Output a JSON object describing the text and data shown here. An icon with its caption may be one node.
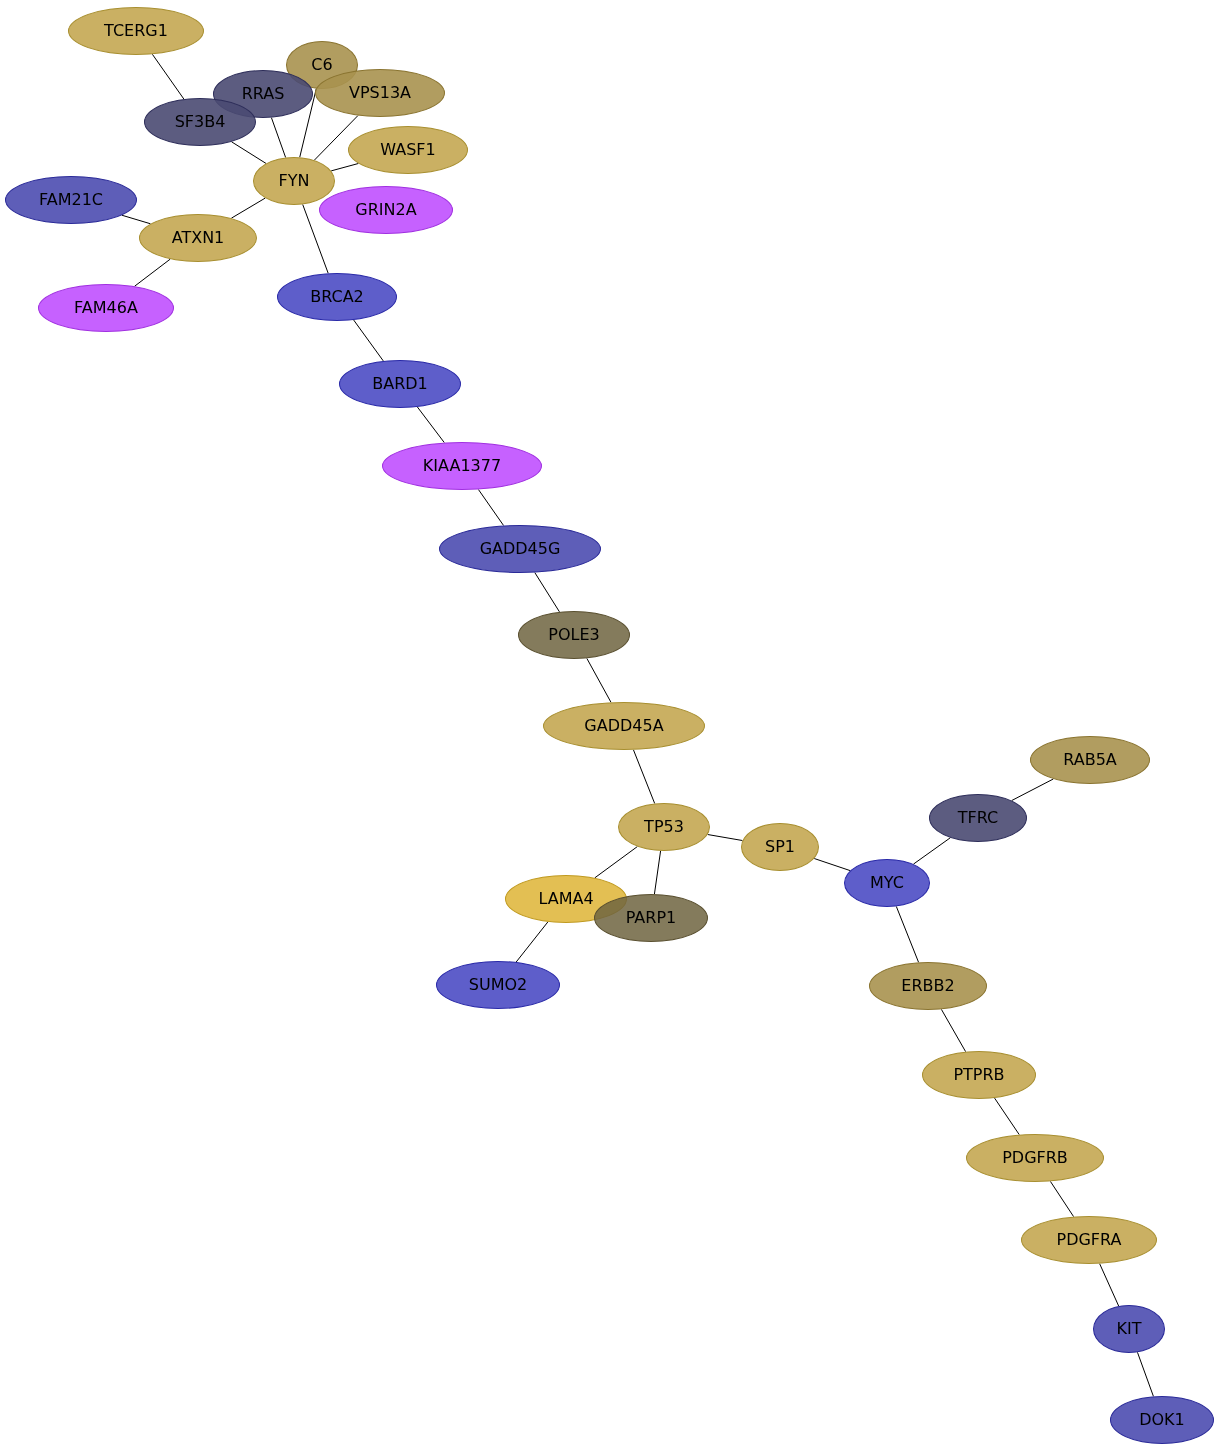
{
  "diagram": {
    "nodes": [
      {
        "text": [
          "TCERG1"
        ]
      },
      {
        "text": [
          "C6"
        ]
      },
      {
        "text": [
          "RRAS"
        ]
      },
      {
        "text": [
          "VPS13A"
        ]
      },
      {
        "text": [
          "SF3B4"
        ]
      },
      {
        "text": [
          "WASF1"
        ]
      },
      {
        "text": [
          "FYN"
        ]
      },
      {
        "text": [
          "GRIN2A"
        ]
      },
      {
        "text": [
          "FAM21C"
        ]
      },
      {
        "text": [
          "ATXN1"
        ]
      },
      {
        "text": [
          "FAM46A"
        ]
      },
      {
        "text": [
          "BRCA2"
        ]
      },
      {
        "text": [
          "BARD1"
        ]
      },
      {
        "text": [
          "KIAA1377"
        ]
      },
      {
        "text": [
          "GADD45G"
        ]
      },
      {
        "text": [
          "POLE3"
        ]
      },
      {
        "text": [
          "GADD45A"
        ]
      },
      {
        "text": [
          "TP53"
        ]
      },
      {
        "text": [
          "SP1"
        ]
      },
      {
        "text": [
          "MYC"
        ]
      },
      {
        "text": [
          "TFRC"
        ]
      },
      {
        "text": [
          "RAB5A"
        ]
      },
      {
        "text": [
          "LAMA4"
        ]
      },
      {
        "text": [
          "PARP1"
        ]
      },
      {
        "text": [
          "SUMO2"
        ]
      },
      {
        "text": [
          "ERBB2"
        ]
      },
      {
        "text": [
          "PTPRB"
        ]
      },
      {
        "text": [
          "PDGFRB"
        ]
      },
      {
        "text": [
          "PDGFRA"
        ]
      },
      {
        "text": [
          "KIT"
        ]
      },
      {
        "text": [
          "DOK1"
        ]
      }
    ],
    "edges": [
      {
        "from": 0,
        "to": 4,
        "arrow": "none"
      },
      {
        "from": 4,
        "to": 6,
        "arrow": "none"
      },
      {
        "from": 2,
        "to": 6,
        "arrow": "none"
      },
      {
        "from": 1,
        "to": 6,
        "arrow": "none"
      },
      {
        "from": 3,
        "to": 6,
        "arrow": "none"
      },
      {
        "from": 5,
        "to": 6,
        "arrow": "none"
      },
      {
        "from": 6,
        "to": 9,
        "arrow": "none"
      },
      {
        "from": 6,
        "to": 11,
        "arrow": "none"
      },
      {
        "from": 8,
        "to": 9,
        "arrow": "none"
      },
      {
        "from": 9,
        "to": 10,
        "arrow": "none"
      },
      {
        "from": 11,
        "to": 12,
        "arrow": "none"
      },
      {
        "from": 12,
        "to": 13,
        "arrow": "none"
      },
      {
        "from": 13,
        "to": 14,
        "arrow": "none"
      },
      {
        "from": 14,
        "to": 15,
        "arrow": "none"
      },
      {
        "from": 15,
        "to": 16,
        "arrow": "none"
      },
      {
        "from": 16,
        "to": 17,
        "arrow": "none"
      },
      {
        "from": 17,
        "to": 18,
        "arrow": "none"
      },
      {
        "from": 17,
        "to": 22,
        "arrow": "none"
      },
      {
        "from": 17,
        "to": 23,
        "arrow": "none"
      },
      {
        "from": 22,
        "to": 24,
        "arrow": "none"
      },
      {
        "from": 18,
        "to": 19,
        "arrow": "none"
      },
      {
        "from": 19,
        "to": 20,
        "arrow": "none"
      },
      {
        "from": 20,
        "to": 21,
        "arrow": "none"
      },
      {
        "from": 19,
        "to": 25,
        "arrow": "none"
      },
      {
        "from": 25,
        "to": 26,
        "arrow": "none"
      },
      {
        "from": 26,
        "to": 27,
        "arrow": "none"
      },
      {
        "from": 27,
        "to": 28,
        "arrow": "none"
      },
      {
        "from": 28,
        "to": 29,
        "arrow": "none"
      },
      {
        "from": 29,
        "to": 30,
        "arrow": "none"
      }
    ]
  }
}
